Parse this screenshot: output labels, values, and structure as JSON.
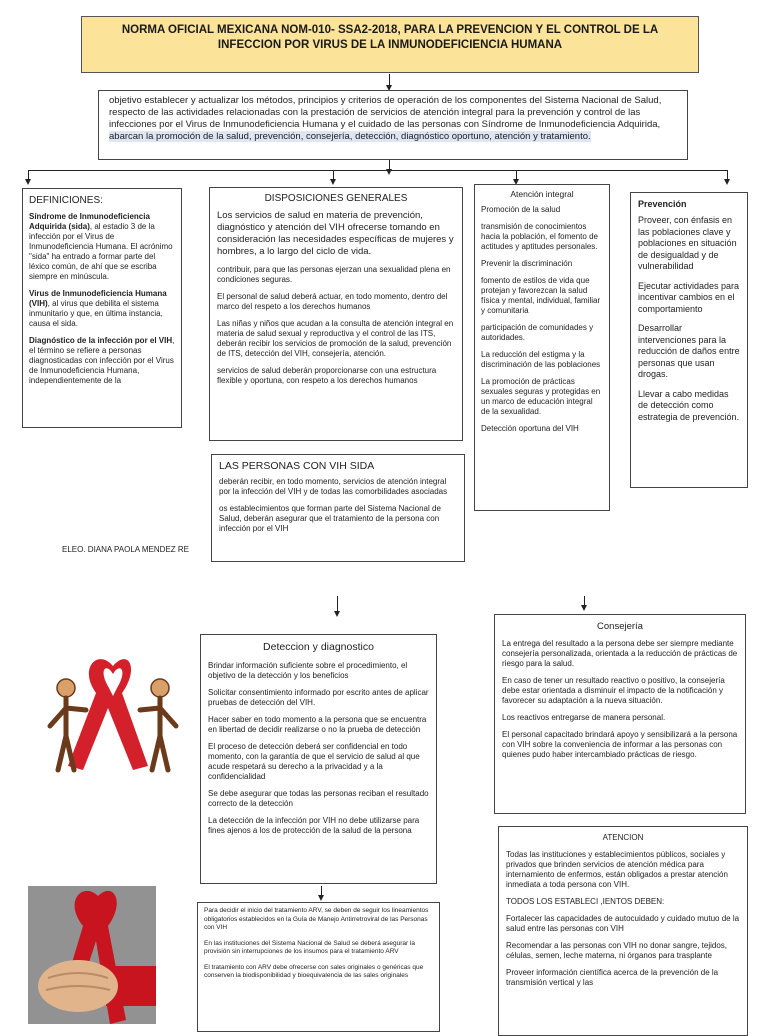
{
  "title": "NORMA OFICIAL MEXICANA NOM-010- SSA2-2018, PARA LA PREVENCION Y EL CONTROL DE LA INFECCION POR VIRUS DE LA INMUNODEFICIENCIA HUMANA",
  "objetivo": {
    "text": "objetivo establecer y actualizar los métodos, principios y criterios de operación de los componentes del Sistema Nacional de Salud, respecto de las actividades relacionadas con la prestación de servicios de atención integral para la prevención y control de las infecciones por el Virus de Inmunodeficiencia Humana y el cuidado de las personas con Síndrome de Inmunodeficiencia Adquirida, ",
    "highlight": "abarcan la promoción de la salud, prevención, consejería, detección, diagnóstico oportuno, atención y tratamiento."
  },
  "definiciones": {
    "header": "DEFINICIONES:",
    "items": [
      {
        "term": "Síndrome de Inmunodeficiencia Adquirida (sida)",
        "text": ", al estadio 3 de la infección por el Virus de Inmunodeficiencia Humana. El acrónimo \"sida\" ha entrado a formar parte del léxico común, de ahí que se escriba siempre en minúscula."
      },
      {
        "term": "Virus de Inmunodeficiencia Humana (VIH)",
        "text": ", al virus que debilita el sistema inmunitario y que, en última instancia, causa el sida."
      },
      {
        "term": "Diagnóstico de la infección por el VIH",
        "text": ", el término se refiere a personas diagnosticadas con infección por el Virus de Inmunodeficiencia Humana, independientemente de la"
      }
    ]
  },
  "disposiciones": {
    "header": "DISPOSICIONES GENERALES",
    "lead": "Los servicios de salud en materia de prevención, diagnóstico y atención del VIH ofrecerse tomando en consideración las necesidades específicas de mujeres y hombres, a lo largo del ciclo de vida.",
    "items": [
      "contribuir, para que las personas ejerzan una sexualidad plena en condiciones seguras.",
      " El personal de salud deberá actuar, en todo momento, dentro del marco del respeto a los derechos humanos",
      "Las niñas y niños que acudan a la consulta de atención integral en materia de salud sexual y reproductiva y el control de las ITS, deberán recibir los servicios de promoción de la salud, prevención de ITS, detección del VIH, consejería, atención.",
      "servicios de salud deberán proporcionarse con una estructura flexible y oportuna, con respeto a los derechos humanos"
    ]
  },
  "atencion_integral": {
    "header": "Atención integral",
    "items": [
      "Promoción de la salud",
      "transmisión de conocimientos hacia la población, el fomento de actitudes y aptitudes personales.",
      "Prevenir la discriminación",
      " fomento de estilos de vida que protejan y favorezcan la salud física y mental, individual, familiar y comunitaria",
      "participación de comunidades y autoridades.",
      "La reducción del estigma y la discriminación de las poblaciones",
      "La promoción de prácticas sexuales seguras y protegidas en un marco de educación integral de la sexualidad.",
      "Detección oportuna del VIH"
    ]
  },
  "prevencion": {
    "header": "Prevención",
    "items": [
      "Proveer, con énfasis en las poblaciones clave y poblaciones en situación de desigualdad y de vulnerabilidad",
      " Ejecutar actividades para incentivar cambios en el comportamiento",
      "Desarrollar intervenciones para la reducción de daños entre personas que usan drogas.",
      "Llevar a cabo medidas de detección como estrategia de prevención."
    ]
  },
  "personas_vih": {
    "header": "LAS PERSONAS CON VIH SIDA",
    "items": [
      "deberán recibir, en todo momento, servicios de atención integral por la infección del VIH y de todas las comorbilidades asociadas",
      "os establecimientos que forman parte del Sistema Nacional de Salud, deberán asegurar que el tratamiento de la persona con infección por el VIH"
    ]
  },
  "author": "ELEO. DIANA PAOLA MENDEZ RE",
  "deteccion": {
    "header": "Deteccion y diagnostico",
    "items": [
      "Brindar información suficiente sobre el procedimiento, el objetivo de la detección y los beneficios",
      "Solicitar consentimiento informado por escrito antes de aplicar pruebas de detección del VIH.",
      "Hacer saber en todo momento a la persona que se encuentra en libertad de decidir realizarse o no la prueba de detección",
      "El proceso de detección deberá ser confidencial en todo momento, con la garantía de que el servicio de salud al que acude respetará su derecho a la privacidad y a la confidencialidad",
      "Se debe asegurar que todas las personas reciban el resultado correcto de la detección",
      "La detección de la infección por VIH no debe utilizarse para fines ajenos a los de protección de la salud de la persona"
    ]
  },
  "tratamiento": {
    "items": [
      "Para decidir el inicio del tratamiento ARV, se deben de seguir los lineamientos obligatorios establecidos en la Guía de Manejo Antirretroviral de las Personas con VIH",
      "En las instituciones del Sistema Nacional de Salud se deberá asegurar la provisión sin interrupciones de los insumos para el tratamiento ARV",
      "El tratamiento con ARV debe ofrecerse con sales originales o genéricas que conserven la biodisponibilidad y bioequivalencia de las sales originales"
    ]
  },
  "consejeria": {
    "header": "Consejería",
    "items": [
      "La entrega del resultado a la persona debe ser siempre mediante consejería personalizada, orientada a la reducción de prácticas de riesgo para la salud.",
      "En caso de tener un resultado reactivo o positivo, la consejería debe estar orientada a disminuir el impacto de la notificación y favorecer su adaptación a la nueva situación.",
      "Los reactivos entregarse de manera personal.",
      "El personal capacitado brindará apoyo y sensibilizará a la persona con VIH sobre la conveniencia de informar a las personas con quienes pudo haber intercambiado prácticas de riesgo."
    ]
  },
  "atencion": {
    "header": "ATENCION",
    "items": [
      "Todas las instituciones y establecimientos públicos, sociales y privados que brinden servicios de atención médica para internamiento de enfermos, están obligados a prestar atención inmediata a toda persona con VIH.",
      "TODOS LOS ESTABLECI ,IENTOS DEBEN:",
      "Fortalecer las capacidades de autocuidado y cuidado mutuo de la salud entre las personas con VIH",
      "Recomendar a las personas con VIH no donar sangre, tejidos, células, semen, leche materna, ni órganos para trasplante",
      "Proveer información científica acerca de la prevención de la transmisión vertical y las"
    ]
  },
  "colors": {
    "title_bg": "#fbe39a",
    "ribbon": "#d4202a",
    "highlight": "#dde6f2",
    "photo_bg": "#8a8a8a"
  }
}
